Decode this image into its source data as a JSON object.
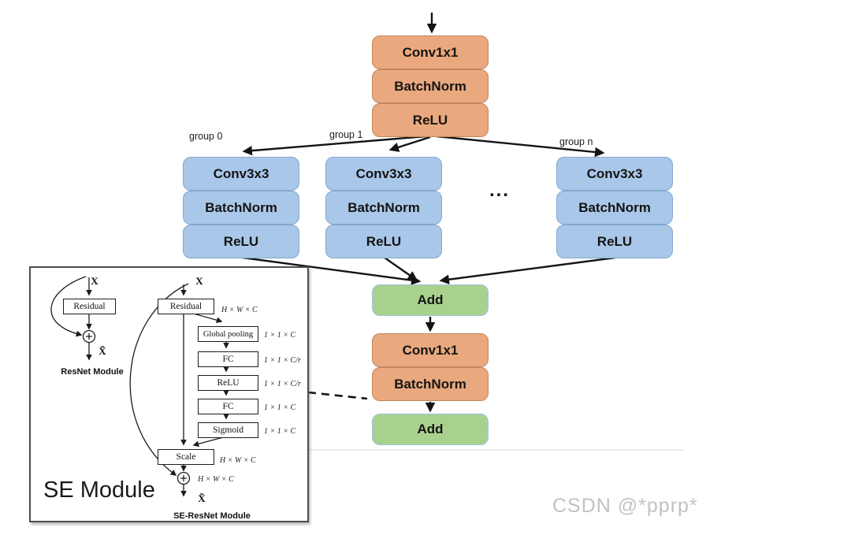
{
  "main": {
    "top_stack": [
      "Conv1x1",
      "BatchNorm",
      "ReLU"
    ],
    "groups": [
      {
        "label": "group 0",
        "blocks": [
          "Conv3x3",
          "BatchNorm",
          "ReLU"
        ]
      },
      {
        "label": "group 1",
        "blocks": [
          "Conv3x3",
          "BatchNorm",
          "ReLU"
        ]
      },
      {
        "label": "group n",
        "blocks": [
          "Conv3x3",
          "BatchNorm",
          "ReLU"
        ]
      }
    ],
    "ellipsis": "...",
    "add_block": "Add",
    "out_stack": [
      "Conv1x1",
      "BatchNorm"
    ],
    "final_add": "Add"
  },
  "se_module": {
    "title": "SE Module",
    "resnet": {
      "input": "X",
      "residual": "Residual",
      "output": "X̃",
      "caption": "ResNet Module"
    },
    "se_resnet": {
      "input": "X",
      "residual": {
        "label": "Residual",
        "dim": "H × W × C"
      },
      "blocks": [
        {
          "label": "Global pooling",
          "dim": "1 × 1 × C"
        },
        {
          "label": "FC",
          "dim": "1 × 1 × C/r"
        },
        {
          "label": "ReLU",
          "dim": "1 × 1 × C/r"
        },
        {
          "label": "FC",
          "dim": "1 × 1 × C"
        },
        {
          "label": "Sigmoid",
          "dim": "1 × 1 × C"
        }
      ],
      "scale": {
        "label": "Scale",
        "dim": "H × W × C"
      },
      "plus_dim": "H × W × C",
      "output": "X̃",
      "caption": "SE-ResNet Module"
    }
  },
  "watermark": "CSDN @*pprp*",
  "colors": {
    "conv_fill": "#E9A87D",
    "conv_border": "#C0875C",
    "group_fill": "#A9C7E8",
    "group_border": "#83A8CE",
    "add_fill": "#A9D18E",
    "add_border": "#9DC3E6",
    "line": "#141414",
    "watermark": "#c2c2c2"
  }
}
